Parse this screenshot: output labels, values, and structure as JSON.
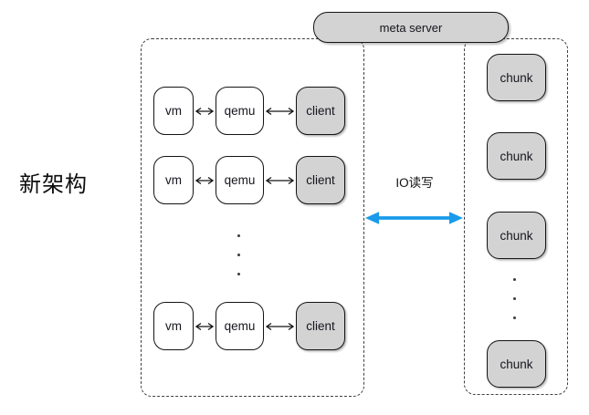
{
  "diagram": {
    "side_title": "新架构",
    "meta_server": {
      "label": "meta server"
    },
    "io_link": {
      "label": "IO读写",
      "arrow_color": "#199be9"
    },
    "left_group": {
      "rows": [
        {
          "vm": "vm",
          "qemu": "qemu",
          "client": "client"
        },
        {
          "vm": "vm",
          "qemu": "qemu",
          "client": "client"
        },
        {
          "vm": "vm",
          "qemu": "qemu",
          "client": "client"
        }
      ],
      "ellipsis_icon": "vertical-ellipsis"
    },
    "right_group": {
      "chunks": [
        "chunk",
        "chunk",
        "chunk",
        "chunk"
      ],
      "ellipsis_icon": "vertical-ellipsis"
    },
    "colors": {
      "node_fill_gray": "#d3d3d3",
      "node_fill_white": "#ffffff",
      "node_border": "#141414",
      "dashed_border": "#3f3f3f",
      "io_arrow_blue": "#199be9"
    }
  }
}
